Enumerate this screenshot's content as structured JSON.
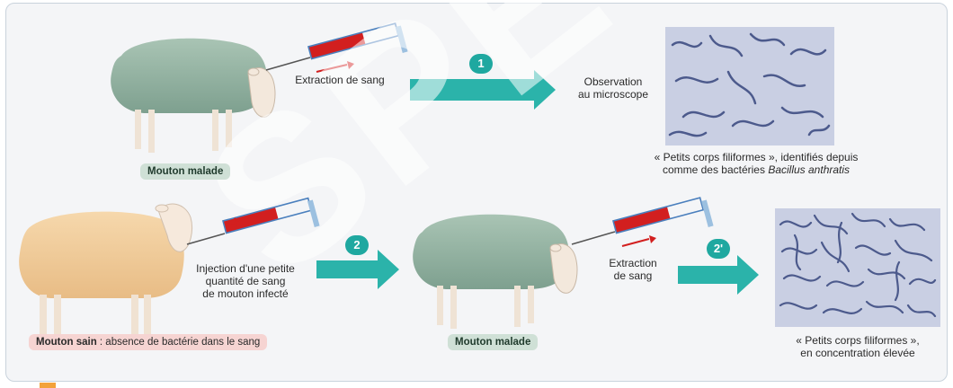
{
  "labels": {
    "extraction_top": "Extraction de sang",
    "observation_line1": "Observation",
    "observation_line2": "au microscope",
    "caption_top_line1": "« Petits corps filiformes », identifiés depuis",
    "caption_top_line2_prefix": "comme des bactéries ",
    "caption_top_line2_species": "Bacillus anthratis",
    "mouton_malade_top": "Mouton malade",
    "injection_line1": "Injection d'une petite",
    "injection_line2": "quantité de sang",
    "injection_line3": "de mouton infecté",
    "mouton_sain_bold": "Mouton sain",
    "mouton_sain_rest": " : absence de bactérie dans le sang",
    "mouton_malade_bottom": "Mouton malade",
    "extraction_bottom_line1": "Extraction",
    "extraction_bottom_line2": "de sang",
    "caption_bottom_line1": "« Petits corps filiformes »,",
    "caption_bottom_line2": "en concentration élevée"
  },
  "steps": {
    "step1": "1",
    "step2": "2",
    "step2prime": "2'"
  },
  "watermark": "SPECIMEN",
  "colors": {
    "arrow": "#2bb3aa",
    "sheep_sick": "#8fb0a0",
    "sheep_healthy": "#f1cd9b",
    "blood": "#d21f1f",
    "microscope_bg": "#c9cfe3",
    "bacteria": "#4c5a8c"
  },
  "icons": [
    "sheep-sick-icon",
    "sheep-healthy-icon",
    "syringe-icon",
    "arrow-right-icon",
    "microscope-view-icon"
  ]
}
